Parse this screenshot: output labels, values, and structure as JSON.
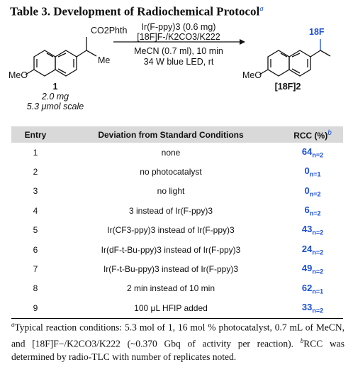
{
  "title": "Table 3. Development of Radiochemical Protocol",
  "title_note": "a",
  "scheme": {
    "sm_substituent_top": "CO2Phth",
    "sm_substituent_me": "Me",
    "sm_methoxy": "MeO",
    "sm_compound_number": "1",
    "sm_mass": "2.0 mg",
    "sm_scale": "5.3 μmol scale",
    "reagent_line1": "Ir(F-ppy)3 (0.6 mg)",
    "reagent_line2": "[18F]F-/K2CO3/K222",
    "cond_line1": "MeCN (0.7 ml), 10 min",
    "cond_line2": "34 W blue LED, rt",
    "product_label": "[18F]2",
    "product_f": "18F",
    "product_methoxy": "MeO"
  },
  "table": {
    "headers": [
      "Entry",
      "Deviation from Standard Conditions",
      "RCC (%)"
    ],
    "header_note": "b",
    "rows": [
      {
        "entry": "1",
        "deviation": "none",
        "rcc": "64",
        "n": "n=2"
      },
      {
        "entry": "2",
        "deviation": "no photocatalyst",
        "rcc": "0",
        "n": "n=1"
      },
      {
        "entry": "3",
        "deviation": "no light",
        "rcc": "0",
        "n": "n=2"
      },
      {
        "entry": "4",
        "deviation": "3 instead of Ir(F-ppy)3",
        "rcc": "6",
        "n": "n=2"
      },
      {
        "entry": "5",
        "deviation": "Ir(CF3-ppy)3 instead of Ir(F-ppy)3",
        "rcc": "43",
        "n": "n=2"
      },
      {
        "entry": "6",
        "deviation": "Ir(dF-t-Bu-ppy)3 instead of Ir(F-ppy)3",
        "rcc": "24",
        "n": "n=2"
      },
      {
        "entry": "7",
        "deviation": "Ir(F-t-Bu-ppy)3 instead of Ir(F-ppy)3",
        "rcc": "49",
        "n": "n=2"
      },
      {
        "entry": "8",
        "deviation": "2 min instead of 10 min",
        "rcc": "62",
        "n": "n=1"
      },
      {
        "entry": "9",
        "deviation": "100 μL HFIP added",
        "rcc": "33",
        "n": "n=2"
      }
    ]
  },
  "footnotes": {
    "a_marker": "a",
    "a_text": "Typical reaction conditions: 5.3 mol of 1, 16 mol % photocatalyst, 0.7 mL of MeCN, and [18F]F−/K2CO3/K222 (~0.370 Gbq of activity per reaction).",
    "b_marker": "b",
    "b_text": "RCC was determined by radio-TLC with number of replicates noted."
  }
}
